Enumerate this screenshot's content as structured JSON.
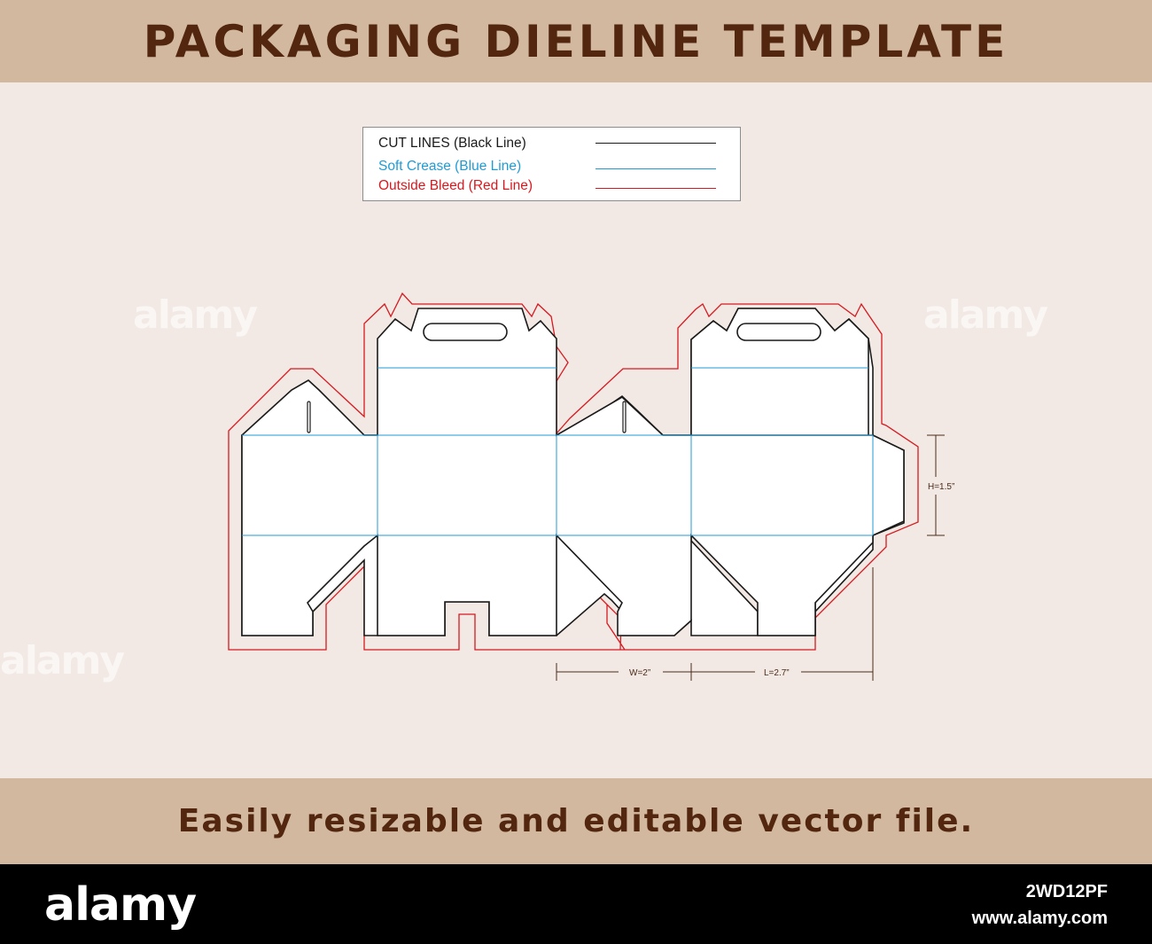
{
  "header": {
    "title": "PACKAGING DIELINE TEMPLATE"
  },
  "legend": {
    "rows": [
      {
        "label": "CUT LINES (Black Line)",
        "color": "#1a1a1a"
      },
      {
        "label": "Soft Crease (Blue Line)",
        "color": "#1f9bd6"
      },
      {
        "label": "Outside Bleed (Red Line)",
        "color": "#d71920"
      }
    ]
  },
  "dimensions": {
    "height": "H=1.5”",
    "width": "W=2”",
    "length": "L=2.7”"
  },
  "footer": {
    "text": "Easily resizable and editable vector file."
  },
  "watermark": {
    "logo": "alamy",
    "image_id": "2WD12PF",
    "url": "www.alamy.com"
  },
  "colors": {
    "band": "#d3b8a0",
    "background": "#f2e9e4",
    "title_text": "#52260f",
    "cut": "#1a1a1a",
    "crease": "#1f9bd6",
    "bleed": "#d71920"
  }
}
